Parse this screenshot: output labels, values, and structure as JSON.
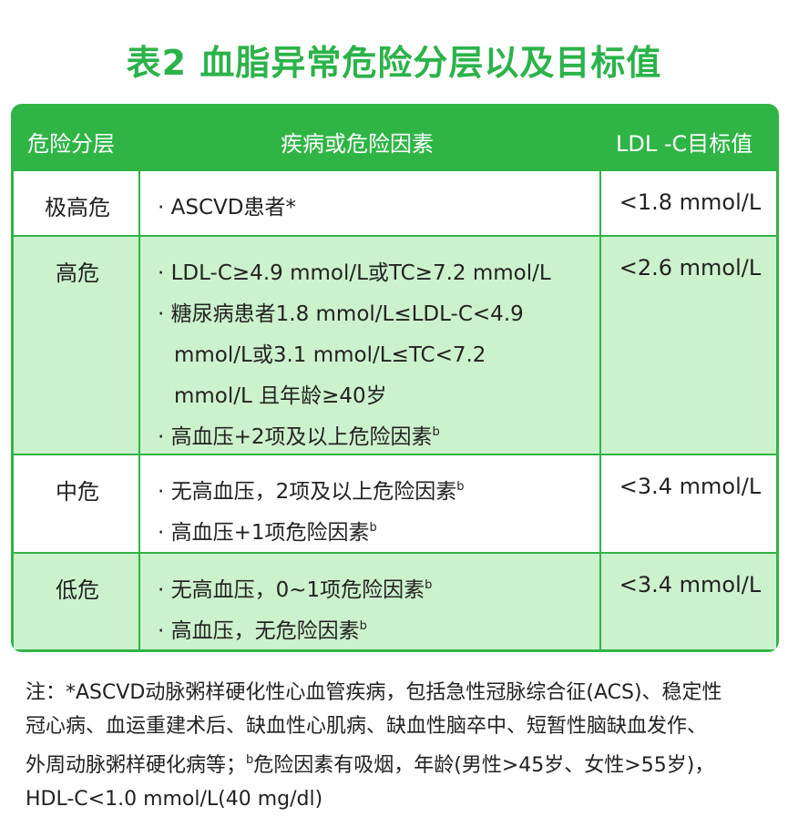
{
  "title": "表2  血脂异常危险分层以及目标值",
  "header": {
    "level": "危险分层",
    "criteria": "疾病或危险因素",
    "target": "LDL -C目标值"
  },
  "rows": [
    {
      "level": "极高危",
      "target": "<1.8 mmol/L",
      "lines": [
        {
          "text": "· ASCVD患者*",
          "sup": ""
        }
      ]
    },
    {
      "level": "高危",
      "target": "<2.6 mmol/L",
      "lines": [
        {
          "text": "· LDL-C≥4.9 mmol/L或TC≥7.2 mmol/L",
          "sup": ""
        },
        {
          "text": "· 糖尿病患者1.8 mmol/L≤LDL-C<4.9",
          "sup": ""
        },
        {
          "text": "mmol/L或3.1 mmol/L≤TC<7.2",
          "sup": ""
        },
        {
          "text": "mmol/L 且年龄≥40岁",
          "sup": ""
        },
        {
          "text": "· 高血压+2项及以上危险因素",
          "sup": "b"
        }
      ]
    },
    {
      "level": "中危",
      "target": "<3.4 mmol/L",
      "lines": [
        {
          "text": "· 无高血压，2项及以上危险因素",
          "sup": "b"
        },
        {
          "text": "· 高血压+1项危险因素",
          "sup": "b"
        }
      ]
    },
    {
      "level": "低危",
      "target": "<3.4 mmol/L",
      "lines": [
        {
          "text": "· 无高血压，0~1项危险因素",
          "sup": "b"
        },
        {
          "text": "· 高血压，无危险因素",
          "sup": "b"
        }
      ]
    }
  ],
  "footnote": {
    "line1": "注：*ASCVD动脉粥样硬化性心血管疾病，包括急性冠脉综合征(ACS)、稳定性",
    "line2": "冠心病、血运重建术后、缺血性心肌病、缺血性脑卒中、短暂性脑缺血发作、",
    "line3_a": "外周动脉粥样硬化病等；",
    "line3_sup": "b",
    "line3_b": "危险因素有吸烟，年龄(男性>45岁、女性>55岁)，",
    "line4": "HDL-C<1.0 mmol/L(40 mg/dl)"
  },
  "colors": {
    "accent": "#2fb545",
    "title": "#2bb34a",
    "row_light": "#ccf2cd"
  }
}
